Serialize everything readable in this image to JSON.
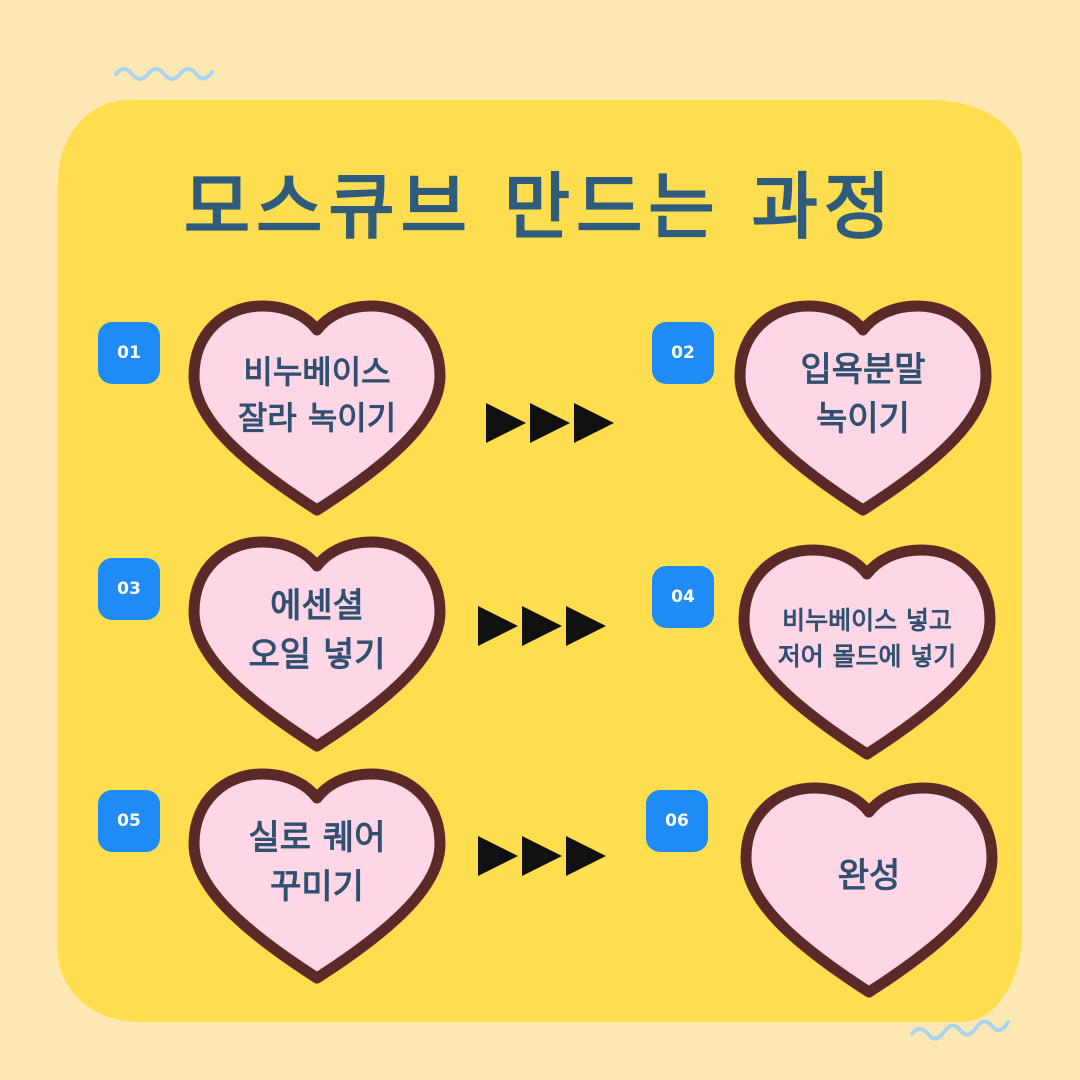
{
  "title": "모스큐브 만드는 과정",
  "colors": {
    "background": "#fde8b3",
    "card": "#fedd4f",
    "title": "#2f5b7c",
    "badge": "#1f8cf6",
    "heart_fill": "#ffd6e6",
    "heart_stroke": "#5b2a28",
    "squiggle": "#a9d4f0"
  },
  "steps": [
    {
      "number": "01",
      "line1": "비누베이스",
      "line2": "잘라 녹이기"
    },
    {
      "number": "02",
      "line1": "입욕분말",
      "line2": "녹이기"
    },
    {
      "number": "03",
      "line1": "에센셜",
      "line2": "오일 넣기"
    },
    {
      "number": "04",
      "line1": "비누베이스 넣고",
      "line2": "저어 몰드에 넣기"
    },
    {
      "number": "05",
      "line1": "실로 퀘어",
      "line2": "꾸미기"
    },
    {
      "number": "06",
      "line1": "완성",
      "line2": ""
    }
  ],
  "arrow_icon": "triple-play-arrow-icon"
}
